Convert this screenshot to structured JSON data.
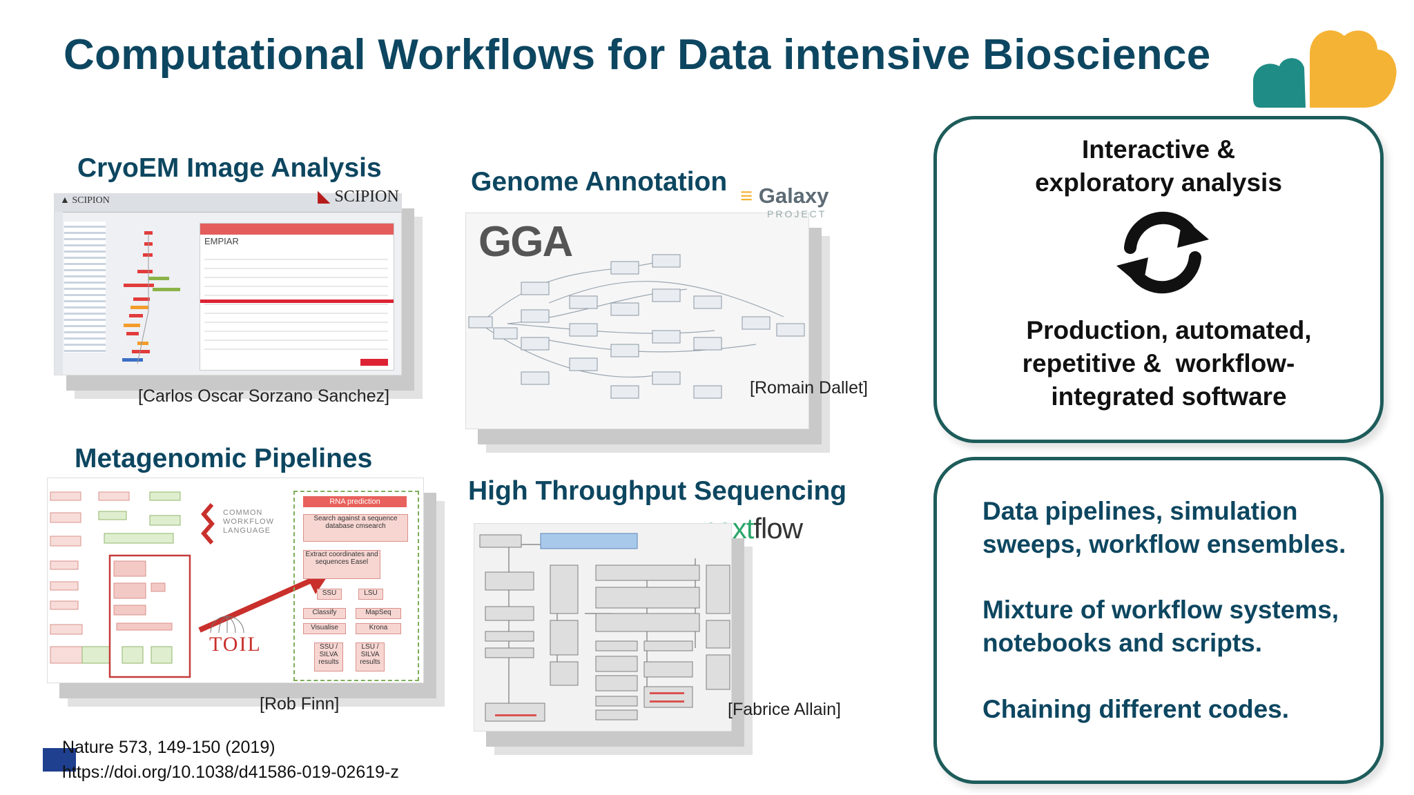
{
  "title": "Computational Workflows for Data intensive Bioscience",
  "sections": {
    "cryoem": {
      "title": "CryoEM Image Analysis",
      "logo_text": "SCIPION",
      "credit": "[Carlos Oscar Sorzano Sanchez]",
      "panel_label": "EMPIAR"
    },
    "genome": {
      "title": "Genome Annotation",
      "logo_text": "Galaxy",
      "logo_sub": "PROJECT",
      "gga_text": "GGA",
      "credit": "[Romain Dallet]"
    },
    "metagenomic": {
      "title": "Metagenomic Pipelines",
      "credit": "[Rob Finn]",
      "cwl_text": "COMMON WORKFLOW LANGUAGE",
      "toil_text": "TOIL",
      "pipeline_steps": [
        "RNA prediction",
        "Search against a sequence database cmsearch",
        "Extract coordinates and sequences Easel",
        "SSU",
        "LSU",
        "Classify",
        "MapSeq",
        "Visualise",
        "Krona",
        "SSU / SILVA results",
        "LSU / SILVA results"
      ]
    },
    "hts": {
      "title": "High Throughput Sequencing",
      "logo_next": "next",
      "logo_flow": "flow",
      "credit": "[Fabrice Allain]"
    }
  },
  "box1": {
    "line1": "Interactive &",
    "line2": "exploratory analysis",
    "line3": "Production, automated,",
    "line4": "repetitive &  workflow-",
    "line5": "integrated software"
  },
  "box2": {
    "p1a": "Data pipelines, simulation",
    "p1b": "sweeps, workflow ensembles.",
    "p2a": "Mixture of workflow systems,",
    "p2b": "notebooks and scripts.",
    "p3": "Chaining different codes."
  },
  "reference": {
    "line1": "Nature 573, 149-150 (2019)",
    "line2": "https://doi.org/10.1038/d41586-019-02619-z"
  },
  "colors": {
    "title": "#0d4660",
    "box_border": "#1d5c5a",
    "logo_teal": "#1f8c85",
    "logo_orange": "#f5b335",
    "red": "#c9302c"
  }
}
